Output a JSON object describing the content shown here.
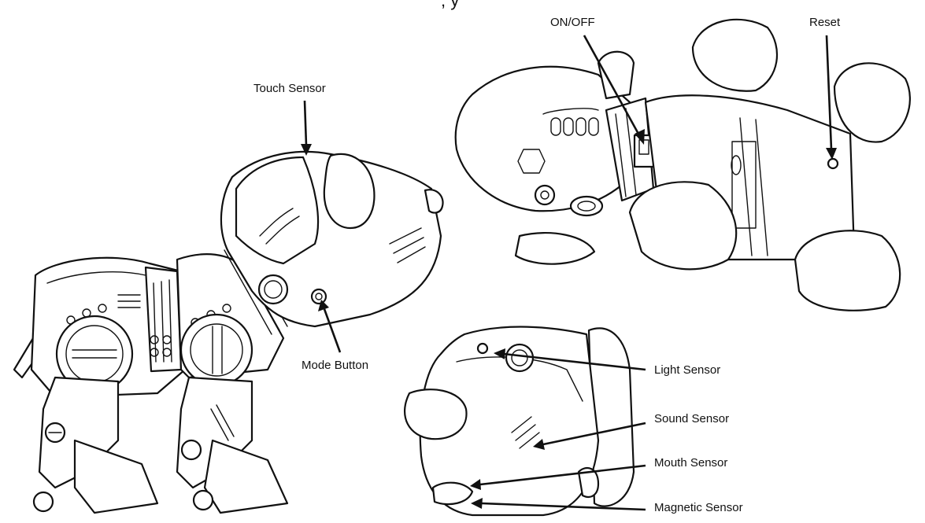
{
  "header": {
    "partial_text": ", y"
  },
  "labels": {
    "touch_sensor": "Touch Sensor",
    "mode_button": "Mode Button",
    "on_off": "ON/OFF",
    "reset": "Reset",
    "light_sensor": "Light Sensor",
    "sound_sensor": "Sound Sensor",
    "mouth_sensor": "Mouth Sensor",
    "magnetic_sensor": "Magnetic Sensor"
  },
  "colors": {
    "ink": "#111111",
    "paper": "#ffffff"
  }
}
